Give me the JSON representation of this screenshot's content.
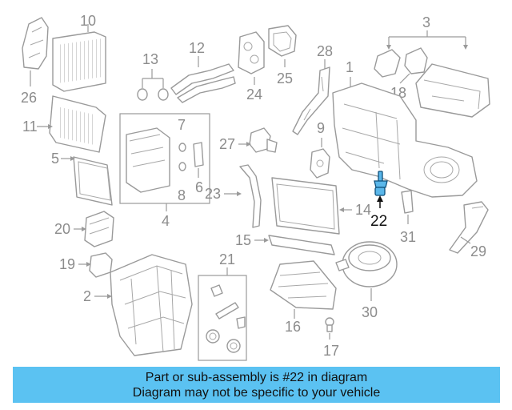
{
  "diagram": {
    "callouts": [
      "1",
      "2",
      "3",
      "4",
      "5",
      "6",
      "7",
      "8",
      "9",
      "10",
      "11",
      "12",
      "13",
      "14",
      "15",
      "16",
      "17",
      "18",
      "19",
      "20",
      "21",
      "22",
      "23",
      "24",
      "25",
      "26",
      "27",
      "28",
      "29",
      "30",
      "31"
    ],
    "highlighted_callout": "22",
    "colors": {
      "highlight": "#5ab7ea",
      "caption_bg": "#5bc2f2",
      "line_art": "#9a9a9a"
    }
  },
  "caption": {
    "line1": "Part or sub-assembly is #22 in diagram",
    "line2": "Diagram may not be specific to your vehicle"
  }
}
